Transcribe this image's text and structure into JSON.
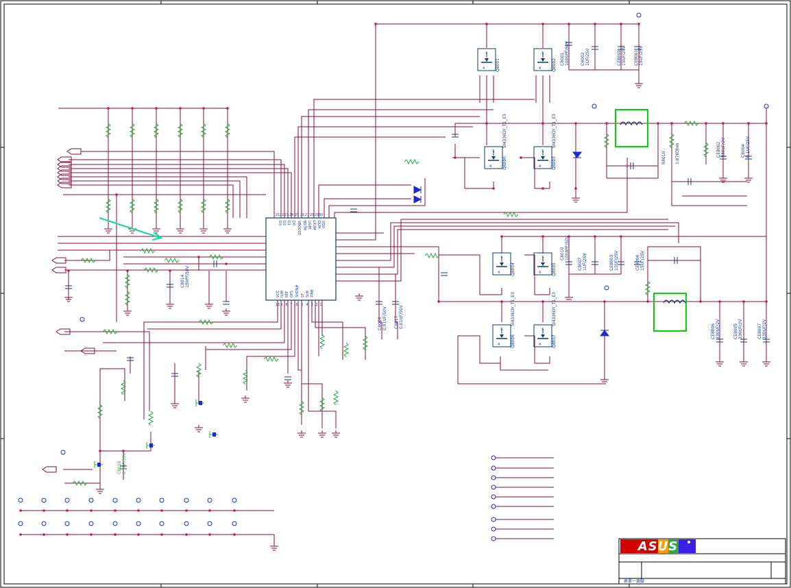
{
  "ic": {
    "top_pins": [
      "21",
      "22",
      "23",
      "24",
      "25",
      "26",
      "27",
      "28",
      "29",
      "30"
    ],
    "top_labels": [
      "D3",
      "D2",
      "D1",
      "D0",
      "VBOOST",
      "BSTM",
      "UGM",
      "LX2M",
      "DLM",
      "VDD"
    ],
    "bottom_pins": [
      "10",
      "9",
      "8",
      "7",
      "6",
      "5",
      "4",
      "3",
      "2",
      "1"
    ],
    "bottom_labels": [
      "VCC",
      "ILIM",
      "REF",
      "OFS",
      "SHDN#",
      "ST",
      "SLW",
      "TIME"
    ]
  },
  "mosfets": [
    {
      "ref": "Q8001",
      "label": ""
    },
    {
      "ref": "Q8002",
      "label": ""
    },
    {
      "ref": "Q8000",
      "label": "SI4336DY_T1_E3"
    },
    {
      "ref": "Q8003",
      "label": "SI4336DY_T1_E3"
    },
    {
      "ref": "Q8004",
      "label": ""
    },
    {
      "ref": "Q8005",
      "label": ""
    },
    {
      "ref": "Q8006",
      "label": "SI4336DY_T1_E3"
    },
    {
      "ref": "Q8007",
      "label": "SI4336DY_T1_E3"
    }
  ],
  "caps": [
    {
      "name": "C8001",
      "value": "1000PF/50V"
    },
    {
      "name": "C8002",
      "value": "1UF/25V"
    },
    {
      "name": "CE8000",
      "value": "15UF/25V"
    },
    {
      "name": "CE8001",
      "value": "15UF/25V"
    },
    {
      "name": "CE8002",
      "value": "330UF/2V"
    },
    {
      "name": "C8004",
      "value": "0.1UF/25V"
    },
    {
      "name": "C8010",
      "value": "1000PF/50V"
    },
    {
      "name": "C8007",
      "value": "1UF/25V"
    },
    {
      "name": "CE8003",
      "value": "15UF/25V"
    },
    {
      "name": "CE8004",
      "value": "15UF/25V"
    },
    {
      "name": "CE8006",
      "value": "330UF/2V"
    },
    {
      "name": "CE8005",
      "value": "330UF/2V"
    },
    {
      "name": "CE8007",
      "value": "330UF/2V"
    },
    {
      "name": "C8016",
      "value": "0.01UF/50V"
    },
    {
      "name": "C8017",
      "value": "0.01UF/50V"
    },
    {
      "name": "C8014",
      "value": "150PF/50V"
    },
    {
      "name": "C8020",
      "value": "0.1UF/50V"
    }
  ],
  "resistors": [
    {
      "name": "R8010",
      "value": "1.87KOhm"
    }
  ],
  "title_block": {
    "footer_text": "表單一頁腳"
  },
  "colors": {
    "wire": "#8b0a3a",
    "symbol": "#0a3a6e",
    "text": "#1a3fa6",
    "highlight": "#00d400",
    "annotation_arrow": "#19d6a0",
    "part_green": "#2aa84a",
    "frame": "#000000"
  }
}
